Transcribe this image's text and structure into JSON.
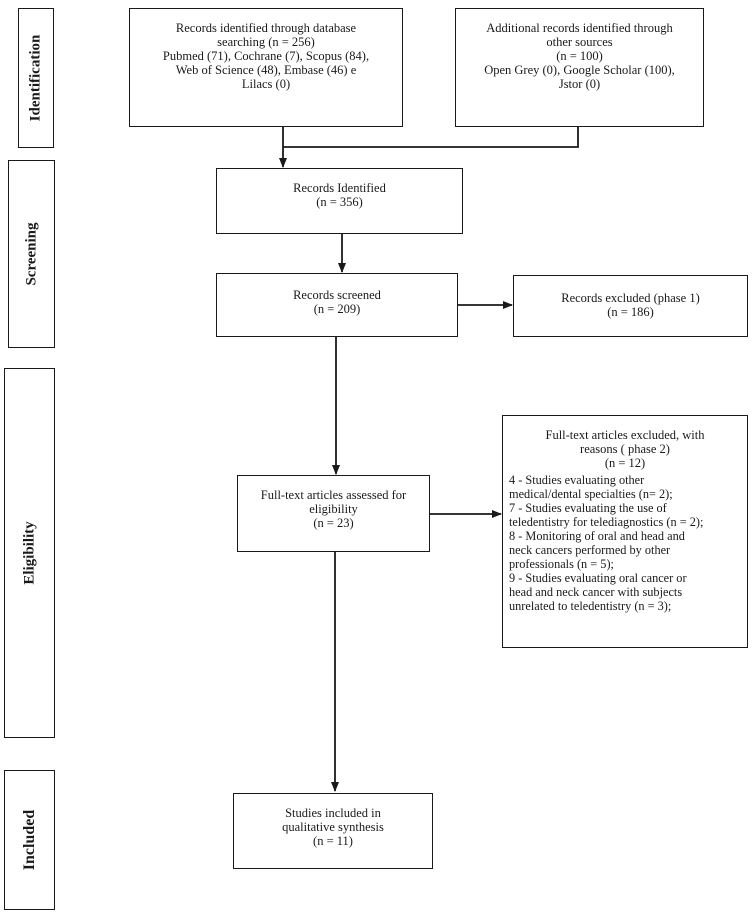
{
  "phases": {
    "identification": "Identification",
    "screening": "Screening",
    "eligibility": "Eligibility",
    "included": "Included"
  },
  "boxes": {
    "database": {
      "lines": [
        "Records identified through database",
        "searching (n = 256)",
        "Pubmed (71), Cochrane (7), Scopus (84),",
        "Web of Science (48), Embase (46) e",
        "Lilacs (0)"
      ]
    },
    "other_sources": {
      "lines": [
        "Additional records identified through",
        "other sources",
        "(n = 100)",
        "Open Grey (0), Google Scholar (100),",
        "Jstor (0)"
      ]
    },
    "identified": {
      "lines": [
        "Records Identified",
        "(n = 356)"
      ]
    },
    "screened": {
      "lines": [
        "Records screened",
        "(n = 209)"
      ]
    },
    "excluded_phase1": {
      "lines": [
        "Records excluded (phase 1)",
        "(n = 186)"
      ]
    },
    "fulltext_assessed": {
      "lines": [
        "Full-text articles assessed for",
        "eligibility",
        "(n = 23)"
      ]
    },
    "fulltext_excluded": {
      "header": [
        "Full-text articles excluded, with",
        "reasons ( phase 2)",
        "(n = 12)"
      ],
      "reasons": [
        "4 - Studies evaluating other",
        "medical/dental specialties (n= 2);",
        "7 - Studies evaluating the use of",
        "teledentistry for telediagnostics (n = 2);",
        "8 - Monitoring of oral and head and",
        "neck cancers performed by other",
        "professionals (n = 5);",
        "9 - Studies evaluating oral cancer or",
        "head and neck cancer with subjects",
        "unrelated to teledentistry (n = 3);"
      ]
    },
    "included_synthesis": {
      "lines": [
        "Studies included in",
        "qualitative synthesis",
        "(n = 11)"
      ]
    }
  }
}
